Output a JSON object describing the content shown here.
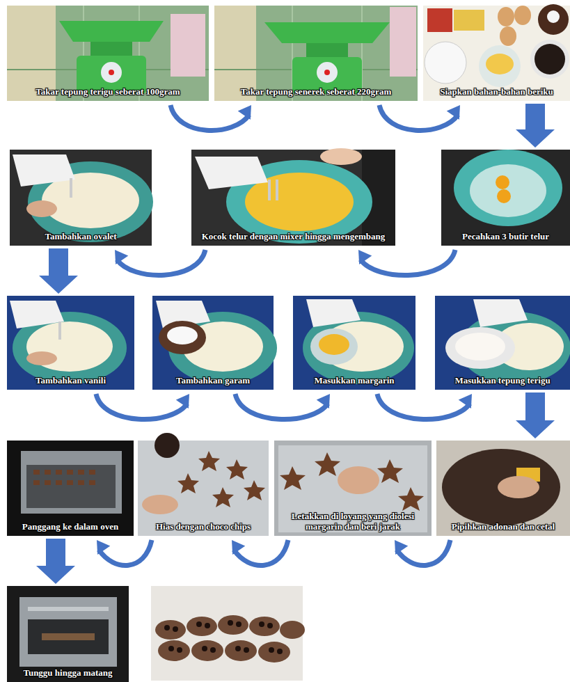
{
  "diagram": {
    "nodes": [
      {
        "text": [
          "Takar tepung terigu seberat 100gram"
        ]
      },
      {
        "text": [
          "Takar tepung senerek seberat 220gram"
        ]
      },
      {
        "text": [
          "Siapkan bahan-bahan beriku"
        ]
      },
      {
        "text": [
          "Pecahkan 3 butir telur"
        ]
      },
      {
        "text": [
          "Kocok telur dengan mixer hingga mengembang"
        ]
      },
      {
        "text": [
          "Tambahkan ovalet"
        ]
      },
      {
        "text": [
          "Tambahkan vanili"
        ]
      },
      {
        "text": [
          "Tambahkan garam"
        ]
      },
      {
        "text": [
          "Masukkan margarin"
        ]
      },
      {
        "text": [
          "Masukkan tepung terigu"
        ]
      },
      {
        "text": [
          "Pipihkan adonan dan cetal"
        ]
      },
      {
        "text": [
          "Letakkan di loyang yang diolesi margarin dan beri jarak"
        ]
      },
      {
        "text": [
          "Hias dengan choco chips"
        ]
      },
      {
        "text": [
          "Panggang ke dalam oven"
        ]
      },
      {
        "text": [
          "Tunggu hingga matang"
        ]
      }
    ],
    "edges": [
      {
        "from": 0,
        "to": 1,
        "arrow": "to"
      },
      {
        "from": 1,
        "to": 2,
        "arrow": "to"
      },
      {
        "from": 2,
        "to": 3,
        "arrow": "to"
      },
      {
        "from": 3,
        "to": 4,
        "arrow": "to"
      },
      {
        "from": 4,
        "to": 5,
        "arrow": "to"
      },
      {
        "from": 5,
        "to": 6,
        "arrow": "to"
      },
      {
        "from": 6,
        "to": 7,
        "arrow": "to"
      },
      {
        "from": 7,
        "to": 8,
        "arrow": "to"
      },
      {
        "from": 8,
        "to": 9,
        "arrow": "to"
      },
      {
        "from": 9,
        "to": 10,
        "arrow": "to"
      },
      {
        "from": 10,
        "to": 11,
        "arrow": "to"
      },
      {
        "from": 11,
        "to": 12,
        "arrow": "to"
      },
      {
        "from": 12,
        "to": 13,
        "arrow": "to"
      },
      {
        "from": 13,
        "to": 14,
        "arrow": "to"
      }
    ]
  }
}
